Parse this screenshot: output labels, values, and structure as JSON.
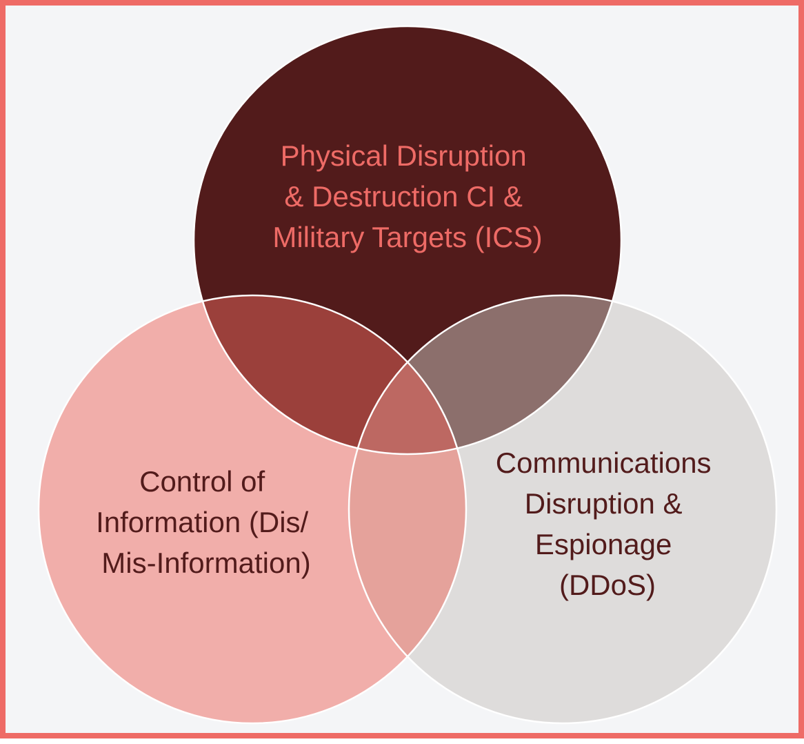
{
  "colors": {
    "frame_border": "#ee6b66",
    "background": "#f4f5f7",
    "top_circle": "#521b1b",
    "left_circle": "#f1aeaa",
    "right_circle": "#dedcdb",
    "overlap_top_left": "#9b403b",
    "overlap_top_right": "#8c6f6c",
    "overlap_left_right": "#e5a29b",
    "overlap_center": "#bd6862",
    "top_label": "#ee6b66",
    "side_label": "#521b1b",
    "circle_outline": "#ffffff"
  },
  "sets": [
    {
      "id": "top",
      "label_lines": [
        "Physical Disruption",
        "& Destruction CI &",
        "Military Targets (ICS)"
      ]
    },
    {
      "id": "left",
      "label_lines": [
        "Control of",
        "Information (Dis/",
        "Mis-Information)"
      ]
    },
    {
      "id": "right",
      "label_lines": [
        "Communications",
        "Disruption &",
        "Espionage",
        "(DDoS)"
      ]
    }
  ]
}
